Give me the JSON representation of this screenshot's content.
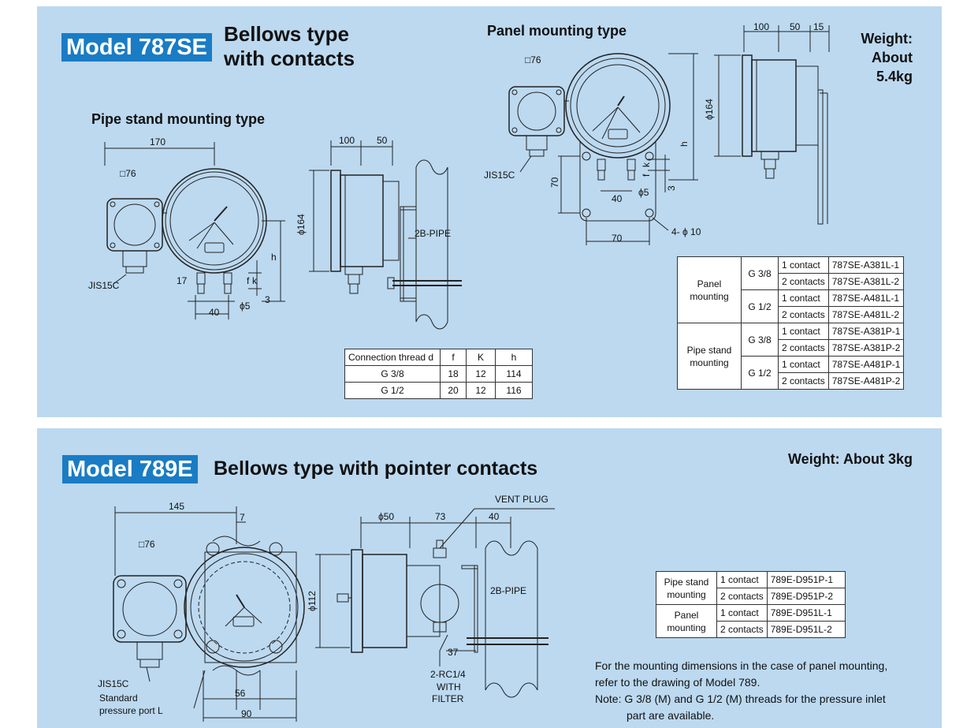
{
  "top": {
    "model_badge": "Model 787SE",
    "title_line1": "Bellows type",
    "title_line2": "with contacts",
    "weight_line1": "Weight:",
    "weight_line2": "About",
    "weight_line3": "5.4kg",
    "pipe_heading": "Pipe stand mounting type",
    "panel_heading": "Panel mounting type",
    "pipe_dims": {
      "w170": "170",
      "sq76": "□76",
      "jis": "JIS15C",
      "d17": "17",
      "f": "f",
      "k": "k",
      "d3": "3",
      "d40": "40",
      "phi5": "ϕ5",
      "h": "h",
      "phi164": "ϕ164",
      "d100": "100",
      "d50": "50",
      "pipe": "2B-PIPE"
    },
    "panel_dims": {
      "sq76": "□76",
      "jis": "JIS15C",
      "d70v": "70",
      "d40": "40",
      "phi5": "ϕ5",
      "f": "f",
      "k": "k",
      "d3": "3",
      "h": "h",
      "phi164": "ϕ164",
      "d70h": "70",
      "holes": "4- ϕ 10",
      "d100": "100",
      "d50": "50",
      "d15": "15"
    },
    "thread_table": {
      "headers": [
        "Connection thread d",
        "f",
        "K",
        "h"
      ],
      "rows": [
        [
          "G 3/8",
          "18",
          "12",
          "114"
        ],
        [
          "G 1/2",
          "20",
          "12",
          "116"
        ]
      ]
    },
    "model_table": {
      "groups": [
        {
          "mount": "Panel mounting",
          "threads": [
            {
              "thread": "G 3/8",
              "rows": [
                [
                  "1 contact",
                  "787SE-A381L-1"
                ],
                [
                  "2 contacts",
                  "787SE-A381L-2"
                ]
              ]
            },
            {
              "thread": "G 1/2",
              "rows": [
                [
                  "1 contact",
                  "787SE-A481L-1"
                ],
                [
                  "2 contacts",
                  "787SE-A481L-2"
                ]
              ]
            }
          ]
        },
        {
          "mount": "Pipe stand mounting",
          "threads": [
            {
              "thread": "G 3/8",
              "rows": [
                [
                  "1 contact",
                  "787SE-A381P-1"
                ],
                [
                  "2 contacts",
                  "787SE-A381P-2"
                ]
              ]
            },
            {
              "thread": "G 1/2",
              "rows": [
                [
                  "1 contact",
                  "787SE-A481P-1"
                ],
                [
                  "2 contacts",
                  "787SE-A481P-2"
                ]
              ]
            }
          ]
        }
      ]
    }
  },
  "bottom": {
    "model_badge": "Model 789E",
    "title": "Bellows type with pointer contacts",
    "weight": "Weight: About 3kg",
    "dims": {
      "d145": "145",
      "d7": "7",
      "sq76": "□76",
      "jis": "JIS15C",
      "std1": "Standard",
      "std2": "pressure port L",
      "d56": "56",
      "d90": "90",
      "phi50": "ϕ50",
      "d73": "73",
      "d40": "40",
      "vent": "VENT PLUG",
      "phi112": "ϕ112",
      "pipe": "2B-PIPE",
      "d37": "37",
      "rc": "2-RC1/4",
      "with": "WITH",
      "filter": "FILTER"
    },
    "model_table": [
      {
        "mount": "Pipe stand mounting",
        "rows": [
          [
            "1 contact",
            "789E-D951P-1"
          ],
          [
            "2 contacts",
            "789E-D951P-2"
          ]
        ]
      },
      {
        "mount": "Panel mounting",
        "rows": [
          [
            "1 contact",
            "789E-D951L-1"
          ],
          [
            "2 contacts",
            "789E-D951L-2"
          ]
        ]
      }
    ],
    "note_line1": "For the mounting dimensions in the case of panel mounting,",
    "note_line2": "refer to the drawing of Model 789.",
    "note_line3": "Note: G 3/8 (M) and G 1/2 (M) threads for the pressure inlet",
    "note_line4": "part are available."
  }
}
